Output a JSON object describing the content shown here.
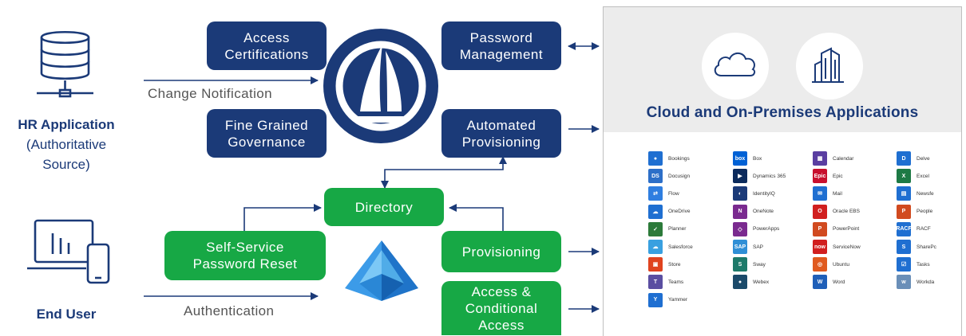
{
  "left": {
    "hr_title": "HR Application",
    "hr_subtitle": "(Authoritative\nSource)",
    "end_user": "End User"
  },
  "labels": {
    "change_notification": "Change Notification",
    "authentication": "Authentication"
  },
  "boxes": {
    "access_certifications": "Access\nCertifications",
    "fine_grained_governance": "Fine Grained\nGovernance",
    "password_management": "Password\nManagement",
    "automated_provisioning": "Automated\nProvisioning",
    "directory": "Directory",
    "self_service_password_reset": "Self-Service\nPassword Reset",
    "provisioning": "Provisioning",
    "access_conditional_access": "Access &\nConditional\nAccess"
  },
  "panel": {
    "title": "Cloud and On-Premises Applications",
    "apps": [
      {
        "name": "Bookings",
        "color": "#1f6fd1",
        "glyph": "●"
      },
      {
        "name": "Box",
        "color": "#0061d5",
        "glyph": "box"
      },
      {
        "name": "Calendar",
        "color": "#5a3ea1",
        "glyph": "▦"
      },
      {
        "name": "Delve",
        "color": "#1f6fd1",
        "glyph": "D"
      },
      {
        "name": "Docusign",
        "color": "#2d6fc8",
        "glyph": "DS"
      },
      {
        "name": "Dynamics 365",
        "color": "#0b2a5c",
        "glyph": "▶"
      },
      {
        "name": "Epic",
        "color": "#c8102e",
        "glyph": "Epic"
      },
      {
        "name": "Excel",
        "color": "#1d7a45",
        "glyph": "X"
      },
      {
        "name": "Flow",
        "color": "#2f7ee0",
        "glyph": "⇄"
      },
      {
        "name": "IdentityIQ",
        "color": "#1b3a78",
        "glyph": "◐"
      },
      {
        "name": "Mail",
        "color": "#1f6fd1",
        "glyph": "✉"
      },
      {
        "name": "Newsfe",
        "color": "#1f6fd1",
        "glyph": "▤"
      },
      {
        "name": "OneDrive",
        "color": "#1f6fd1",
        "glyph": "☁"
      },
      {
        "name": "OneNote",
        "color": "#7a2a8f",
        "glyph": "N"
      },
      {
        "name": "Oracle EBS",
        "color": "#d11f1f",
        "glyph": "O"
      },
      {
        "name": "People",
        "color": "#d14a1f",
        "glyph": "P"
      },
      {
        "name": "Planner",
        "color": "#2c7a3a",
        "glyph": "✓"
      },
      {
        "name": "PowerApps",
        "color": "#7a2a8f",
        "glyph": "◇"
      },
      {
        "name": "PowerPoint",
        "color": "#d14a1f",
        "glyph": "P"
      },
      {
        "name": "RACF",
        "color": "#1f6fd1",
        "glyph": "RACF"
      },
      {
        "name": "Salesforce",
        "color": "#39a0e0",
        "glyph": "☁"
      },
      {
        "name": "SAP",
        "color": "#2f8fd6",
        "glyph": "SAP"
      },
      {
        "name": "ServiceNow",
        "color": "#d11f1f",
        "glyph": "now"
      },
      {
        "name": "SharePc",
        "color": "#1f6fd1",
        "glyph": "S"
      },
      {
        "name": "Store",
        "color": "#e0431f",
        "glyph": "▣"
      },
      {
        "name": "Sway",
        "color": "#1d7a6a",
        "glyph": "S"
      },
      {
        "name": "Ubuntu",
        "color": "#e05a1f",
        "glyph": "◎"
      },
      {
        "name": "Tasks",
        "color": "#1f6fd1",
        "glyph": "☑"
      },
      {
        "name": "Teams",
        "color": "#5a4ea1",
        "glyph": "T"
      },
      {
        "name": "Webex",
        "color": "#1b4a6a",
        "glyph": "●"
      },
      {
        "name": "Word",
        "color": "#1f5fb8",
        "glyph": "W"
      },
      {
        "name": "Workda",
        "color": "#6a8fb8",
        "glyph": "w"
      },
      {
        "name": "Yammer",
        "color": "#1f6fd1",
        "glyph": "Y"
      }
    ]
  },
  "colors": {
    "navy": "#1b3a78",
    "green": "#17a845",
    "panel_gray": "#ececec"
  }
}
